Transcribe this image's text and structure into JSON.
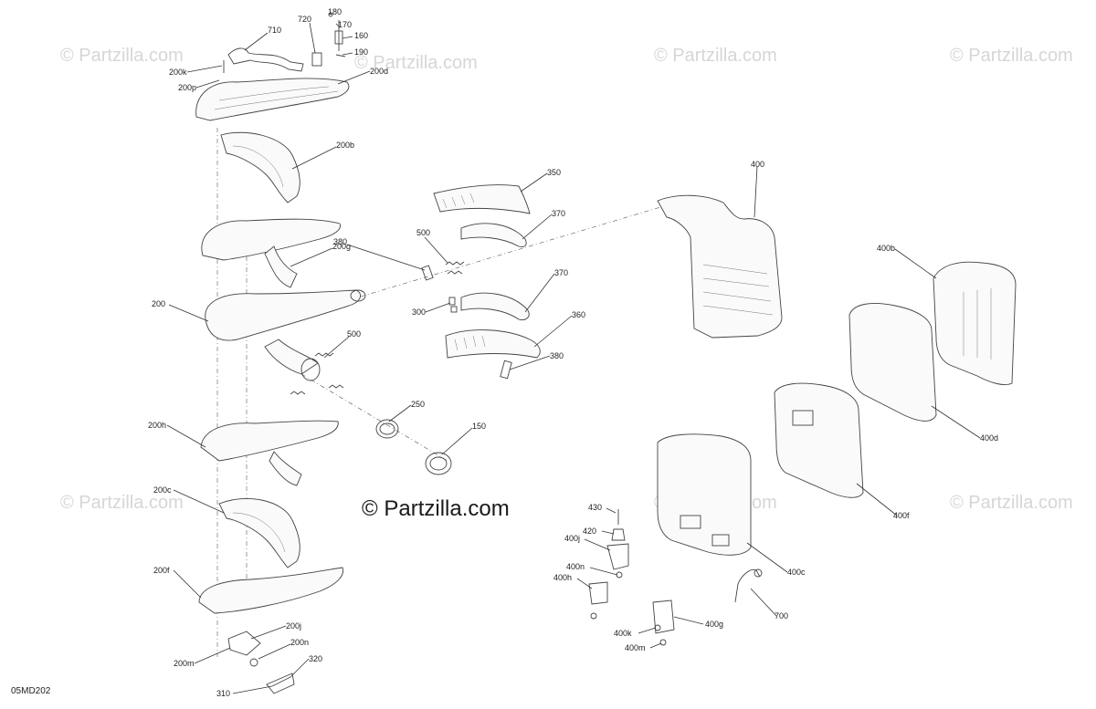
{
  "watermarks": {
    "repeat_text": "© Partzilla.com",
    "center_text": "© Partzilla.com"
  },
  "diagram_code": "05MD202",
  "callouts": {
    "c180": "180",
    "c720": "720",
    "c170": "170",
    "c710": "710",
    "c160": "160",
    "c190": "190",
    "c200k": "200k",
    "c200p": "200p",
    "c200d": "200d",
    "c200b": "200b",
    "c200g": "200g",
    "c200": "200",
    "c200h": "200h",
    "c200c": "200c",
    "c200f": "200f",
    "c200j": "200j",
    "c200n": "200n",
    "c200m": "200m",
    "c320": "320",
    "c310": "310",
    "c350": "350",
    "c370a": "370",
    "c380a": "380",
    "c500a": "500",
    "c370b": "370",
    "c300": "300",
    "c360": "360",
    "c380b": "380",
    "c500b": "500",
    "c250": "250",
    "c150": "150",
    "c400": "400",
    "c400b": "400b",
    "c400d": "400d",
    "c400f": "400f",
    "c400c": "400c",
    "c700": "700",
    "c430": "430",
    "c420": "420",
    "c400j": "400j",
    "c400n": "400n",
    "c400h": "400h",
    "c400g": "400g",
    "c400k": "400k",
    "c400m": "400m"
  }
}
